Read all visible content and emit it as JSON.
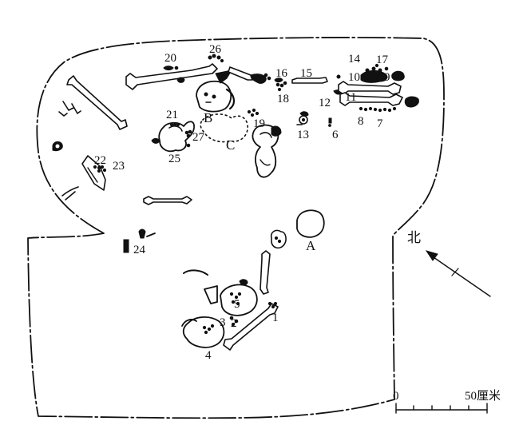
{
  "labels": {
    "n1": "1",
    "n2": "2",
    "n3": "3",
    "n4": "4",
    "n5": "5",
    "n6": "6",
    "n7": "7",
    "n8": "8",
    "n9": "9",
    "n10": "10",
    "n11": "11",
    "n12": "12",
    "n13": "13",
    "n14": "14",
    "n15": "15",
    "n16": "16",
    "n17": "17",
    "n18": "18",
    "n19": "19",
    "n20": "20",
    "n21": "21",
    "n22": "22",
    "n23": "23",
    "n24": "24",
    "n25": "25",
    "n26": "26",
    "n27": "27",
    "A": "A",
    "B": "B",
    "C": "C"
  },
  "north": {
    "label": "北"
  },
  "scale": {
    "zero": "0",
    "end": "50厘米"
  },
  "colors": {
    "ink": "#111111",
    "paper": "#ffffff"
  }
}
